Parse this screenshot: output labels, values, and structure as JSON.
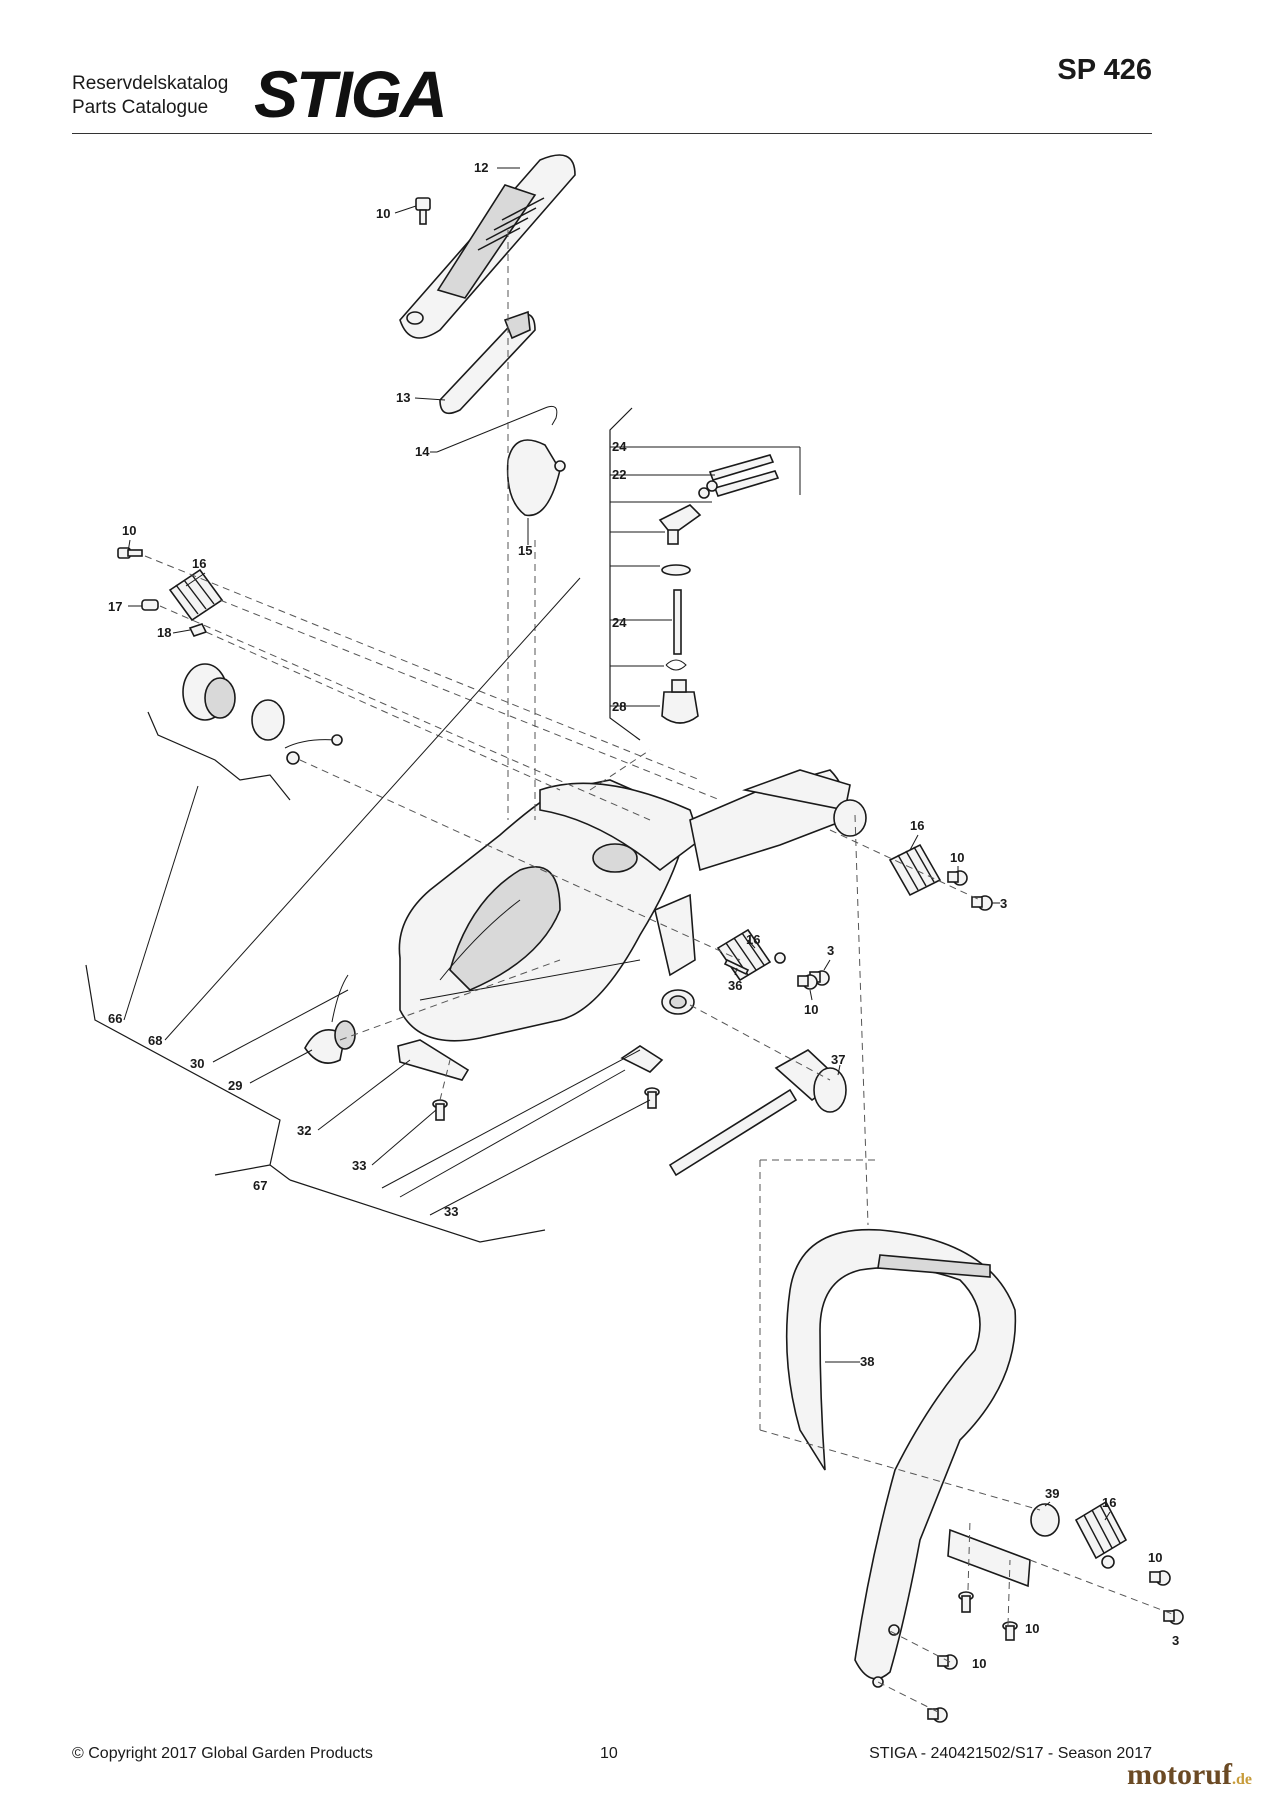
{
  "header": {
    "catalog_label_sv": "Reservdelskatalog",
    "catalog_label_en": "Parts Catalogue",
    "brand": "STIGA",
    "model": "SP 426"
  },
  "callouts": {
    "c12": "12",
    "c10a": "10",
    "c13": "13",
    "c14": "14",
    "c15": "15",
    "c24a": "24",
    "c22": "22",
    "c24b": "24",
    "c28": "28",
    "c10b": "10",
    "c16a": "16",
    "c17": "17",
    "c18": "18",
    "c16b": "16",
    "c10c": "10",
    "c3a": "3",
    "c16c": "16",
    "c3b": "3",
    "c36": "36",
    "c10d": "10",
    "c66": "66",
    "c68": "68",
    "c30": "30",
    "c29": "29",
    "c32": "32",
    "c33a": "33",
    "c67": "67",
    "c33b": "33",
    "c37": "37",
    "c38": "38",
    "c39": "39",
    "c16d": "16",
    "c10e": "10",
    "c3c": "3",
    "c10f": "10",
    "c10g": "10"
  },
  "footer": {
    "copyright": "© Copyright 2017 Global Garden Products",
    "page_number": "10",
    "doc_ref": "STIGA - 240421502/S17 - Season 2017"
  },
  "watermark": {
    "site": "motoruf",
    "tld": ".de"
  }
}
